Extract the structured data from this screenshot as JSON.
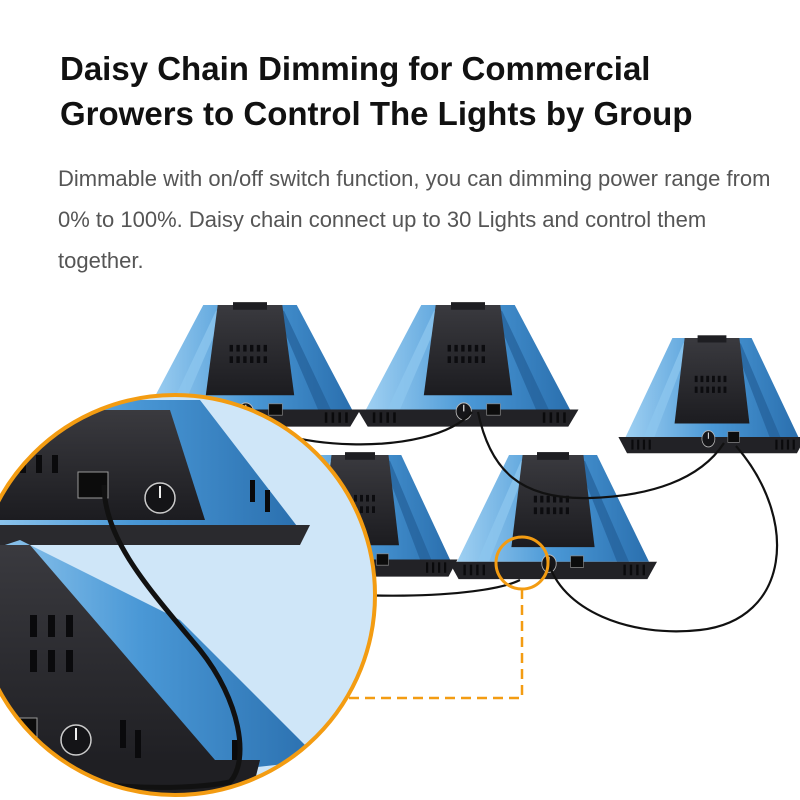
{
  "heading": {
    "title": "Daisy Chain Dimming for Commercial Growers to Control The Lights by Group",
    "description": "Dimmable with on/off switch function, you can dimming power range from 0% to 100%. Daisy chain connect up to 30 Lights and control them together."
  },
  "illustration": {
    "fixture_count": 5,
    "accent_color": "#f39c12",
    "fixture_color": "#5aa3dc",
    "panel_color": "#2f2f33",
    "cable_color": "#111111",
    "zoom_background": "#cfe6f8"
  }
}
